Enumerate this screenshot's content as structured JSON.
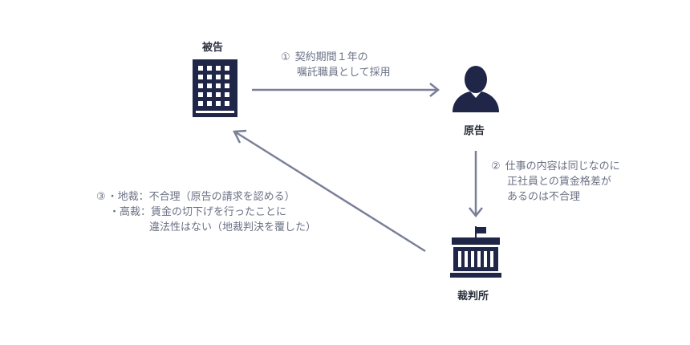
{
  "nodes": {
    "defendant": {
      "label": "被告",
      "icon": "office-building-icon"
    },
    "plaintiff": {
      "label": "原告",
      "icon": "person-icon"
    },
    "court": {
      "label": "裁判所",
      "icon": "courthouse-icon"
    }
  },
  "steps": {
    "step1": {
      "number": "①",
      "line1": "契約期間１年の",
      "line2": "嘱託職員として採用"
    },
    "step2": {
      "number": "②",
      "line1": "仕事の内容は同じなのに",
      "line2": "正社員との賃金格差が",
      "line3": "あるのは不合理"
    },
    "step3": {
      "number": "③",
      "district": {
        "tag": "・地裁：",
        "text": "不合理（原告の請求を認める）"
      },
      "high": {
        "tag": "・高裁：",
        "line1": "賃金の切下げを行ったことに",
        "line2": "違法性はない（地裁判決を覆した）"
      }
    }
  },
  "colors": {
    "icon": "#1f2647",
    "arrow": "#7a7f99",
    "text": "#6b7185",
    "label": "#2a2f3a"
  }
}
